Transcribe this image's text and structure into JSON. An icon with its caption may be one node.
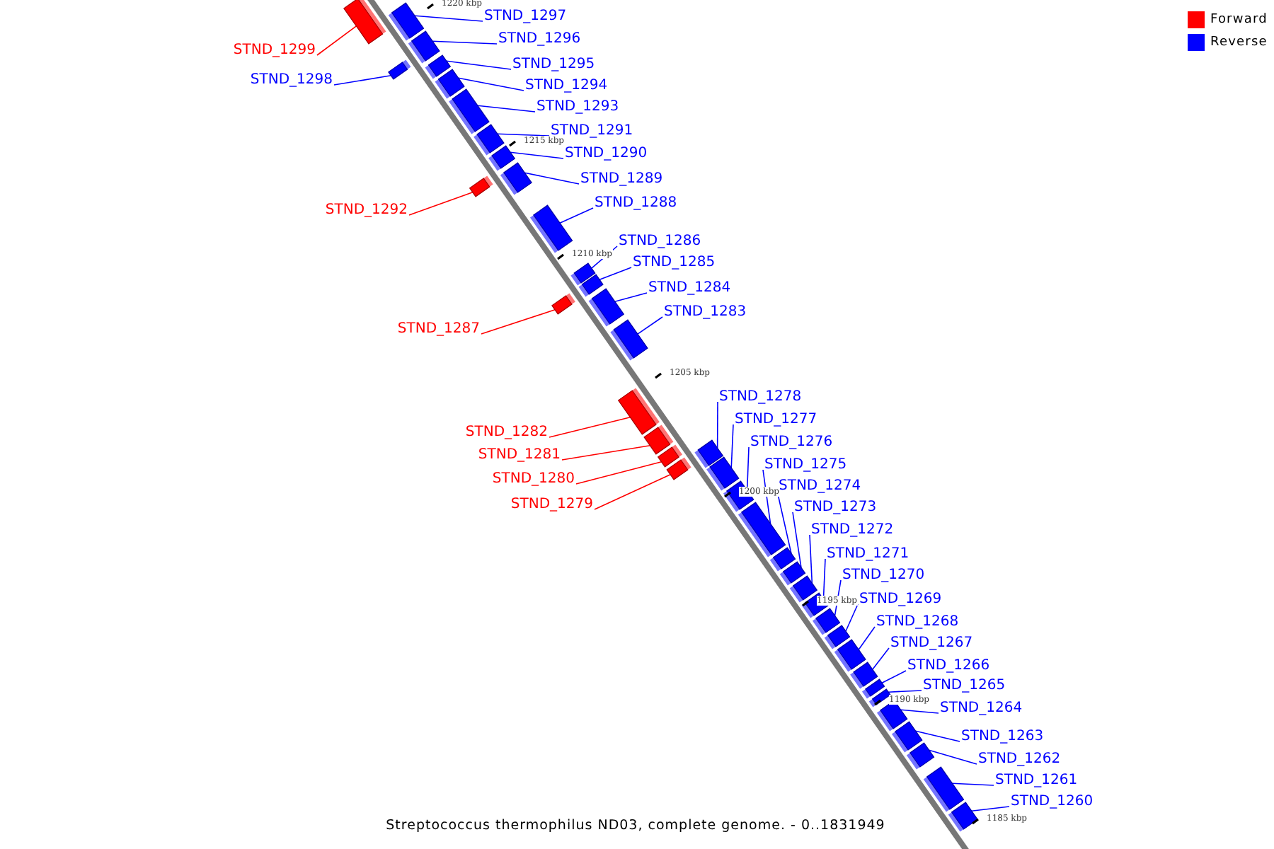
{
  "diagram": {
    "caption": "Streptococcus thermophilus ND03, complete genome. - 0..1831949",
    "nodes": [
      {
        "text": [
          "STND_1299"
        ]
      },
      {
        "text": [],
        "shape": "bar"
      },
      {
        "text": [
          "STND_1297"
        ]
      },
      {
        "text": [],
        "shape": "bar"
      },
      {
        "text": [
          "STND_1296"
        ]
      },
      {
        "text": [],
        "shape": "bar"
      },
      {
        "text": [
          "STND_1298"
        ]
      },
      {
        "text": [],
        "shape": "bar"
      },
      {
        "text": [
          "STND_1295"
        ]
      },
      {
        "text": [],
        "shape": "bar"
      },
      {
        "text": [
          "STND_1294"
        ]
      },
      {
        "text": [],
        "shape": "bar"
      },
      {
        "text": [
          "STND_1293"
        ]
      },
      {
        "text": [],
        "shape": "bar"
      },
      {
        "text": [
          "STND_1291"
        ]
      },
      {
        "text": [],
        "shape": "bar"
      },
      {
        "text": [
          "STND_1290"
        ]
      },
      {
        "text": [],
        "shape": "bar"
      },
      {
        "text": [
          "STND_1292"
        ]
      },
      {
        "text": [],
        "shape": "bar"
      },
      {
        "text": [
          "STND_1289"
        ]
      },
      {
        "text": [],
        "shape": "bar"
      },
      {
        "text": [
          "STND_1288"
        ]
      },
      {
        "text": [],
        "shape": "bar"
      },
      {
        "text": [
          "STND_1286"
        ]
      },
      {
        "text": [],
        "shape": "bar"
      },
      {
        "text": [
          "STND_1285"
        ]
      },
      {
        "text": [],
        "shape": "bar"
      },
      {
        "text": [
          "STND_1287"
        ]
      },
      {
        "text": [],
        "shape": "bar"
      },
      {
        "text": [
          "STND_1284"
        ]
      },
      {
        "text": [],
        "shape": "bar"
      },
      {
        "text": [
          "STND_1283"
        ]
      },
      {
        "text": [],
        "shape": "bar"
      },
      {
        "text": [
          "STND_1282"
        ]
      },
      {
        "text": [],
        "shape": "bar"
      },
      {
        "text": [
          "STND_1281"
        ]
      },
      {
        "text": [],
        "shape": "bar"
      },
      {
        "text": [
          "STND_1280"
        ]
      },
      {
        "text": [],
        "shape": "bar"
      },
      {
        "text": [
          "STND_1279"
        ]
      },
      {
        "text": [],
        "shape": "bar"
      },
      {
        "text": [
          "STND_1278"
        ]
      },
      {
        "text": [],
        "shape": "bar"
      },
      {
        "text": [
          "STND_1277"
        ]
      },
      {
        "text": [],
        "shape": "bar"
      },
      {
        "text": [
          "STND_1276"
        ]
      },
      {
        "text": [],
        "shape": "bar"
      },
      {
        "text": [
          "STND_1275"
        ]
      },
      {
        "text": [],
        "shape": "bar"
      },
      {
        "text": [
          "STND_1274"
        ]
      },
      {
        "text": [],
        "shape": "bar"
      },
      {
        "text": [
          "STND_1273"
        ]
      },
      {
        "text": [],
        "shape": "bar"
      },
      {
        "text": [
          "STND_1272"
        ]
      },
      {
        "text": [],
        "shape": "bar"
      },
      {
        "text": [
          "STND_1271"
        ]
      },
      {
        "text": [],
        "shape": "bar"
      },
      {
        "text": [
          "STND_1270"
        ]
      },
      {
        "text": [],
        "shape": "bar"
      },
      {
        "text": [
          "STND_1269"
        ]
      },
      {
        "text": [],
        "shape": "bar"
      },
      {
        "text": [
          "STND_1268"
        ]
      },
      {
        "text": [],
        "shape": "bar"
      },
      {
        "text": [
          "STND_1267"
        ]
      },
      {
        "text": [],
        "shape": "bar"
      },
      {
        "text": [
          "STND_1266"
        ]
      },
      {
        "text": [],
        "shape": "bar"
      },
      {
        "text": [
          "STND_1265"
        ]
      },
      {
        "text": [],
        "shape": "bar"
      },
      {
        "text": [
          "STND_1264"
        ]
      },
      {
        "text": [],
        "shape": "bar"
      },
      {
        "text": [
          "STND_1263"
        ]
      },
      {
        "text": [],
        "shape": "bar"
      },
      {
        "text": [
          "STND_1262"
        ]
      },
      {
        "text": [],
        "shape": "bar"
      },
      {
        "text": [
          "STND_1261"
        ]
      },
      {
        "text": [],
        "shape": "bar"
      },
      {
        "text": [
          "STND_1260"
        ]
      },
      {
        "text": [],
        "shape": "bar"
      }
    ],
    "edges": [
      {
        "from": 0,
        "to": 1,
        "arrow": "none",
        "color": "#ff0000"
      },
      {
        "from": 2,
        "to": 3,
        "arrow": "none"
      },
      {
        "from": 4,
        "to": 5,
        "arrow": "none"
      },
      {
        "from": 6,
        "to": 7,
        "arrow": "none"
      },
      {
        "from": 8,
        "to": 9,
        "arrow": "none"
      },
      {
        "from": 10,
        "to": 11,
        "arrow": "none"
      },
      {
        "from": 12,
        "to": 13,
        "arrow": "none"
      },
      {
        "from": 14,
        "to": 15,
        "arrow": "none"
      },
      {
        "from": 16,
        "to": 17,
        "arrow": "none"
      },
      {
        "from": 18,
        "to": 19,
        "arrow": "none",
        "color": "#ff0000"
      },
      {
        "from": 20,
        "to": 21,
        "arrow": "none"
      },
      {
        "from": 22,
        "to": 23,
        "arrow": "none"
      },
      {
        "from": 24,
        "to": 25,
        "arrow": "none"
      },
      {
        "from": 26,
        "to": 27,
        "arrow": "none"
      },
      {
        "from": 28,
        "to": 29,
        "arrow": "none",
        "color": "#ff0000"
      },
      {
        "from": 30,
        "to": 31,
        "arrow": "none"
      },
      {
        "from": 32,
        "to": 33,
        "arrow": "none"
      },
      {
        "from": 34,
        "to": 35,
        "arrow": "none",
        "color": "#ff0000"
      },
      {
        "from": 36,
        "to": 37,
        "arrow": "none",
        "color": "#ff0000"
      },
      {
        "from": 38,
        "to": 39,
        "arrow": "none",
        "color": "#ff0000"
      },
      {
        "from": 40,
        "to": 41,
        "arrow": "none",
        "color": "#ff0000"
      },
      {
        "from": 42,
        "to": 43,
        "arrow": "none"
      },
      {
        "from": 44,
        "to": 45,
        "arrow": "none"
      },
      {
        "from": 46,
        "to": 47,
        "arrow": "none"
      },
      {
        "from": 48,
        "to": 49,
        "arrow": "none"
      },
      {
        "from": 50,
        "to": 51,
        "arrow": "none"
      },
      {
        "from": 52,
        "to": 53,
        "arrow": "none"
      },
      {
        "from": 54,
        "to": 55,
        "arrow": "none"
      },
      {
        "from": 56,
        "to": 57,
        "arrow": "none"
      },
      {
        "from": 58,
        "to": 59,
        "arrow": "none"
      },
      {
        "from": 60,
        "to": 61,
        "arrow": "none"
      },
      {
        "from": 62,
        "to": 63,
        "arrow": "none"
      },
      {
        "from": 64,
        "to": 65,
        "arrow": "none"
      },
      {
        "from": 66,
        "to": 67,
        "arrow": "none"
      },
      {
        "from": 68,
        "to": 69,
        "arrow": "none"
      },
      {
        "from": 70,
        "to": 71,
        "arrow": "none"
      },
      {
        "from": 72,
        "to": 73,
        "arrow": "none"
      },
      {
        "from": 74,
        "to": 75,
        "arrow": "none"
      },
      {
        "from": 76,
        "to": 77,
        "arrow": "none"
      },
      {
        "from": 78,
        "to": 79,
        "arrow": "none"
      }
    ],
    "labels": [
      "1220 kbp",
      "1215 kbp",
      "1210 kbp",
      "1205 kbp",
      "1200 kbp",
      "1195 kbp",
      "1190 kbp",
      "1185 kbp"
    ],
    "legend": [
      {
        "text": "Forward",
        "color": "#ff0000"
      },
      {
        "text": "Reverse",
        "color": "#0000ff"
      }
    ]
  }
}
